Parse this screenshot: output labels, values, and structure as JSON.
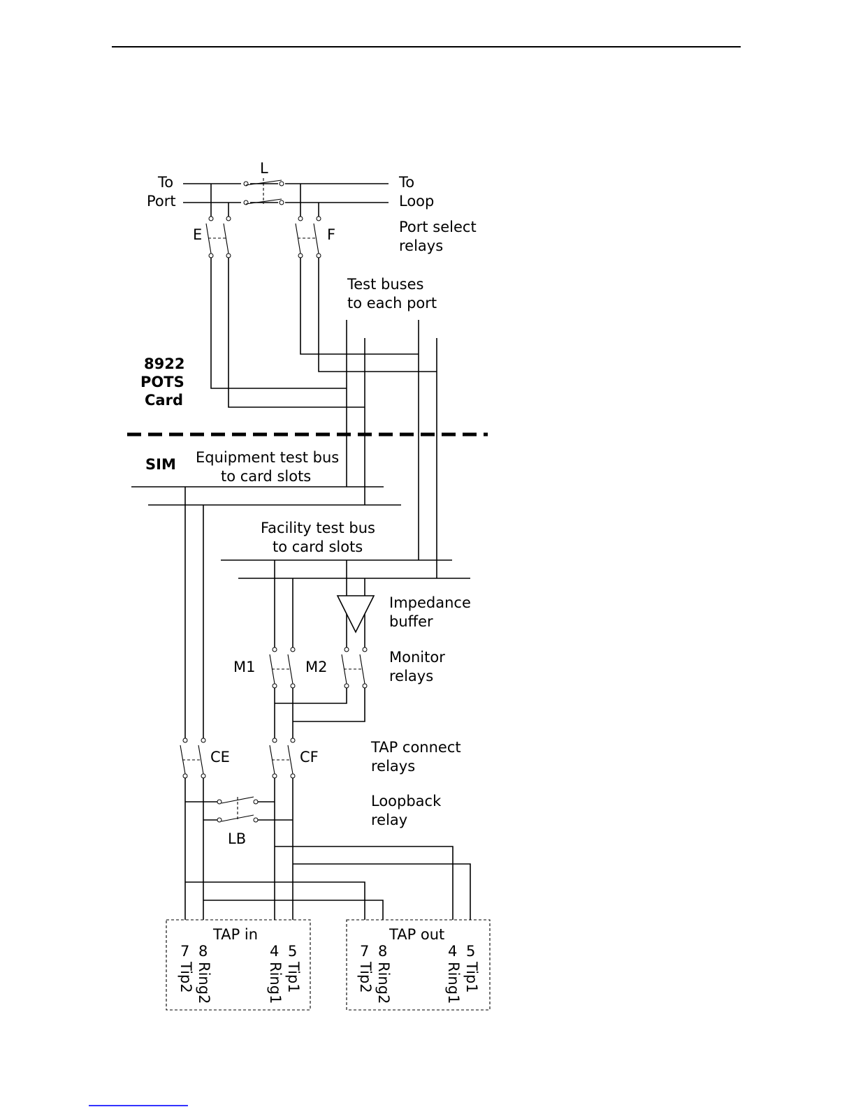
{
  "labels": {
    "to_left": "To",
    "port": "Port",
    "to_right": "To",
    "loop": "Loop",
    "relay_l": "L",
    "relay_e": "E",
    "relay_f": "F",
    "port_select_1": "Port select",
    "port_select_2": "relays",
    "test_buses_1": "Test buses",
    "test_buses_2": "to each port",
    "card_1": "8922",
    "card_2": "POTS",
    "card_3": "Card",
    "sim": "SIM",
    "equip_bus_1": "Equipment test bus",
    "equip_bus_2": "to card slots",
    "facility_bus_1": "Facility test bus",
    "facility_bus_2": "to card slots",
    "impedance_1": "Impedance",
    "impedance_2": "buffer",
    "relay_m1": "M1",
    "relay_m2": "M2",
    "monitor_1": "Monitor",
    "monitor_2": "relays",
    "relay_ce": "CE",
    "relay_cf": "CF",
    "tap_connect_1": "TAP connect",
    "tap_connect_2": "relays",
    "loopback_1": "Loopback",
    "loopback_2": "relay",
    "relay_lb": "LB"
  },
  "tap_in": {
    "title": "TAP in",
    "pins": [
      {
        "num": "7",
        "name": "Tip2"
      },
      {
        "num": "8",
        "name": "Ring2"
      },
      {
        "num": "4",
        "name": "Ring1"
      },
      {
        "num": "5",
        "name": "Tip1"
      }
    ]
  },
  "tap_out": {
    "title": "TAP out",
    "pins": [
      {
        "num": "7",
        "name": "Tip2"
      },
      {
        "num": "8",
        "name": "Ring2"
      },
      {
        "num": "4",
        "name": "Ring1"
      },
      {
        "num": "5",
        "name": "Tip1"
      }
    ]
  },
  "colors": {
    "ink": "#000000",
    "page_bg": "#ffffff",
    "footnote_rule": "#3333ff"
  }
}
